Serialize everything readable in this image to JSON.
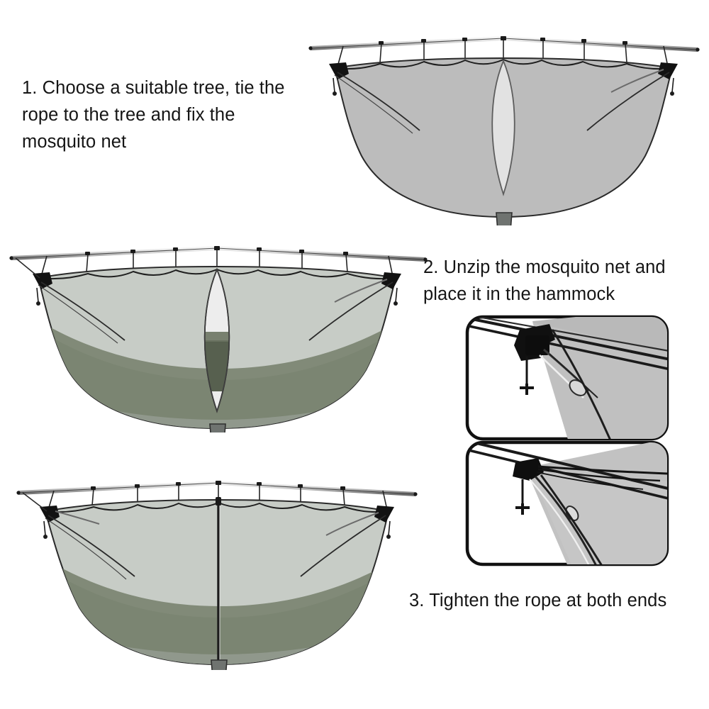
{
  "page": {
    "title": "Hammock Mosquito Net Setup Instructions",
    "background_color": "#ffffff",
    "text_color": "#151515"
  },
  "steps": [
    {
      "number": "1",
      "text": "1. Choose a suitable tree, tie the\nrope to the tree and fix the\nmosquito net",
      "illustration": "mosquito-net-hung-on-ridgeline"
    },
    {
      "number": "2",
      "text": "2. Unzip the mosquito net and\nplace it in the hammock",
      "illustration": "mosquito-net-with-hammock-unzipped"
    },
    {
      "number": "3",
      "text": "3. Tighten the rope at both ends",
      "illustration": "mosquito-net-zipped-closed"
    }
  ],
  "illustrations": {
    "net_fill": "#bcbcbc",
    "net_fill_light": "#c7ccc6",
    "net_edge": "#2a2a2a",
    "zip_opening_fill": "#e2e2e2",
    "hammock_dark": "#5a6354",
    "hammock_mid": "#7f8a79",
    "hammock_light": "#a9b1a5",
    "hardware_black": "#121212",
    "rope_gray": "#8d8d8d",
    "rope_highlight": "#f2f2f2",
    "pouch_fill": "#6f7370",
    "zipper_line": "#1c1c1c"
  },
  "detail_panels": [
    {
      "name": "rope-clip-loose",
      "caption": "",
      "border_color": "#111111",
      "fill": "#ffffff",
      "net_fill": "#b9b9b9",
      "state": "loose"
    },
    {
      "name": "rope-clip-tightened",
      "caption": "",
      "border_color": "#111111",
      "fill": "#ffffff",
      "net_fill": "#c2c2c2",
      "state": "tightened"
    }
  ]
}
